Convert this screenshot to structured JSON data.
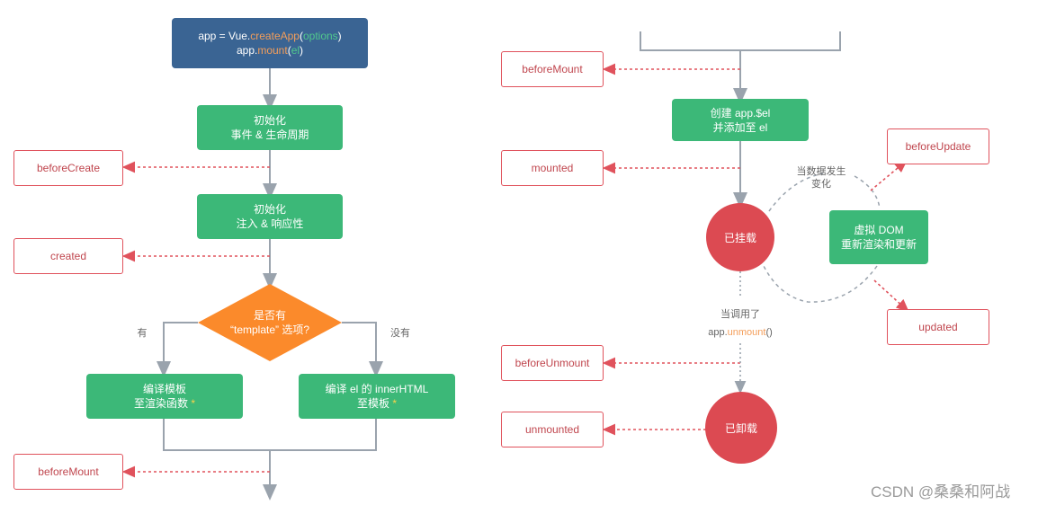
{
  "left": {
    "start": {
      "prefix": "app = Vue.",
      "fn1": "createApp",
      "p1": "(",
      "arg1": "options",
      "p2": ")",
      "line2_prefix": "app.",
      "fn2": "mount",
      "p3": "(",
      "arg2": "el",
      "p4": ")"
    },
    "init_events": {
      "line1": "初始化",
      "line2": "事件 & 生命周期"
    },
    "before_create": "beforeCreate",
    "init_inject": {
      "line1": "初始化",
      "line2": "注入 & 响应性"
    },
    "created": "created",
    "decision": {
      "line1": "是否有",
      "line2": "“template” 选项?"
    },
    "yes": "有",
    "no": "没有",
    "compile_template": {
      "line1": "编译模板",
      "line2": "至渲染函数",
      "star": "*"
    },
    "compile_el": {
      "line1": "编译 el 的 innerHTML",
      "line2": "至模板",
      "star": "*"
    },
    "before_mount": "beforeMount"
  },
  "right": {
    "before_mount": "beforeMount",
    "create_el": {
      "line1": "创建 app.$el",
      "line2": "并添加至 el"
    },
    "mounted": "mounted",
    "mounted_state": "已挂载",
    "data_change": {
      "line1": "当数据发生",
      "line2": "变化"
    },
    "before_update": "beforeUpdate",
    "vdom": {
      "line1": "虚拟 DOM",
      "line2": "重新渲染和更新"
    },
    "updated": "updated",
    "unmount_call": {
      "line1": "当调用了",
      "prefix": "app.",
      "fn": "unmount",
      "suffix": "()"
    },
    "before_unmount": "beforeUnmount",
    "unmounted_state": "已卸载",
    "unmounted": "unmounted"
  },
  "watermark": "CSDN @桑桑和阿战",
  "colors": {
    "blue": "#3a6493",
    "green": "#3cb878",
    "orange": "#fb8a2b",
    "red": "#dc4a52",
    "connector": "#9aa3ad"
  }
}
